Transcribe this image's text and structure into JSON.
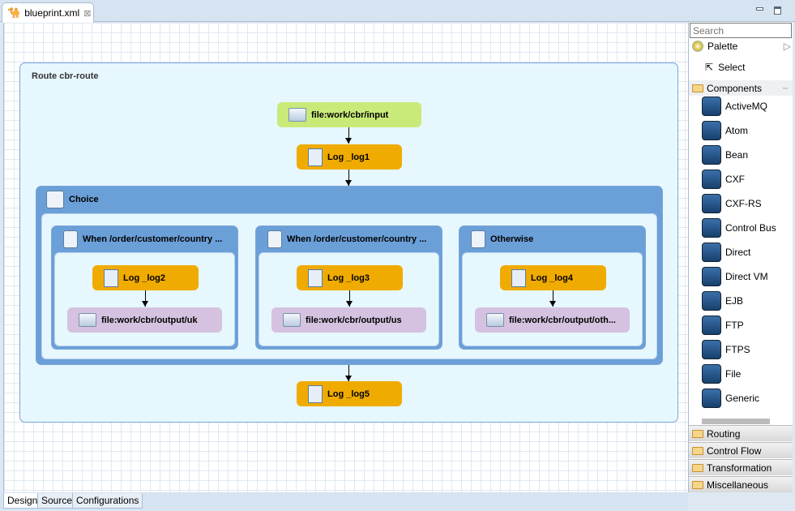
{
  "editor_tab": {
    "title": "blueprint.xml",
    "icon": "camel-icon"
  },
  "window_controls": {
    "minimize": "minimize-icon",
    "maximize": "maximize-icon"
  },
  "route": {
    "title": "Route cbr-route",
    "from": "file:work/cbr/input",
    "log1": "Log _log1",
    "choice": {
      "title": "Choice",
      "branches": [
        {
          "title": "When /order/customer/country ...",
          "log": "Log _log2",
          "to": "file:work/cbr/output/uk"
        },
        {
          "title": "When /order/customer/country ...",
          "log": "Log _log3",
          "to": "file:work/cbr/output/us"
        },
        {
          "title": "Otherwise",
          "log": "Log _log4",
          "to": "file:work/cbr/output/oth..."
        }
      ]
    },
    "log5": "Log _log5"
  },
  "colors": {
    "from": "#c9ea79",
    "log": "#f0ab00",
    "to": "#d4c2e0",
    "container_header": "#6b9fd8",
    "container_bg": "#e6f7fe"
  },
  "palette": {
    "search_placeholder": "Search",
    "title": "Palette",
    "select": "Select",
    "components_label": "Components",
    "components": [
      "ActiveMQ",
      "Atom",
      "Bean",
      "CXF",
      "CXF-RS",
      "Control Bus",
      "Direct",
      "Direct VM",
      "EJB",
      "FTP",
      "FTPS",
      "File",
      "Generic"
    ],
    "drawers": [
      "Routing",
      "Control Flow",
      "Transformation",
      "Miscellaneous"
    ]
  },
  "bottom_tabs": [
    "Design",
    "Source",
    "Configurations"
  ]
}
